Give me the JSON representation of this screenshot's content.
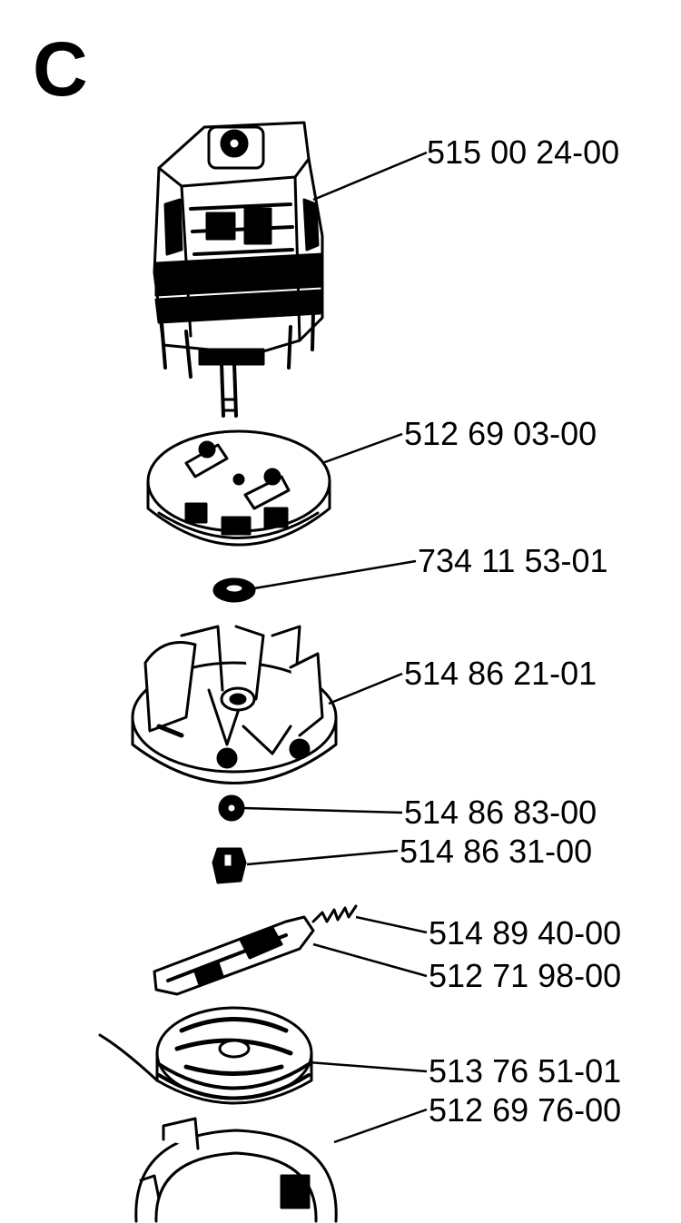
{
  "section_letter": "C",
  "parts": [
    {
      "id": "motor",
      "number": "515 00 24-00"
    },
    {
      "id": "motor-flange",
      "number": "512 69 03-00"
    },
    {
      "id": "washer",
      "number": "734 11 53-01"
    },
    {
      "id": "fan-hub",
      "number": "514 86 21-01"
    },
    {
      "id": "nut",
      "number": "514 86 83-00"
    },
    {
      "id": "drive-cam",
      "number": "514 86 31-00"
    },
    {
      "id": "spring",
      "number": "514 89 40-00"
    },
    {
      "id": "line-cutter-arm",
      "number": "512 71 98-00"
    },
    {
      "id": "spool",
      "number": "513 76 51-01"
    },
    {
      "id": "spool-cover",
      "number": "512 69 76-00"
    }
  ]
}
